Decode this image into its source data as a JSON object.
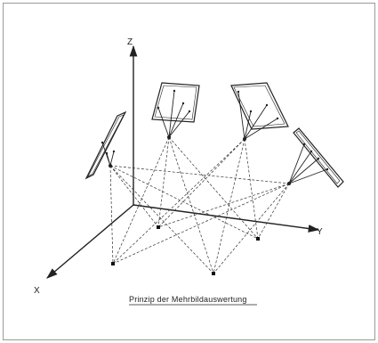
{
  "figure": {
    "axis_z_label": "Z",
    "axis_y_label": "Y",
    "axis_x_label": "X",
    "caption": "Prinzip der Mehrbildauswertung"
  },
  "colors": {
    "ink": "#222222",
    "frame": "#9a9a9a",
    "background": "#ffffff"
  }
}
